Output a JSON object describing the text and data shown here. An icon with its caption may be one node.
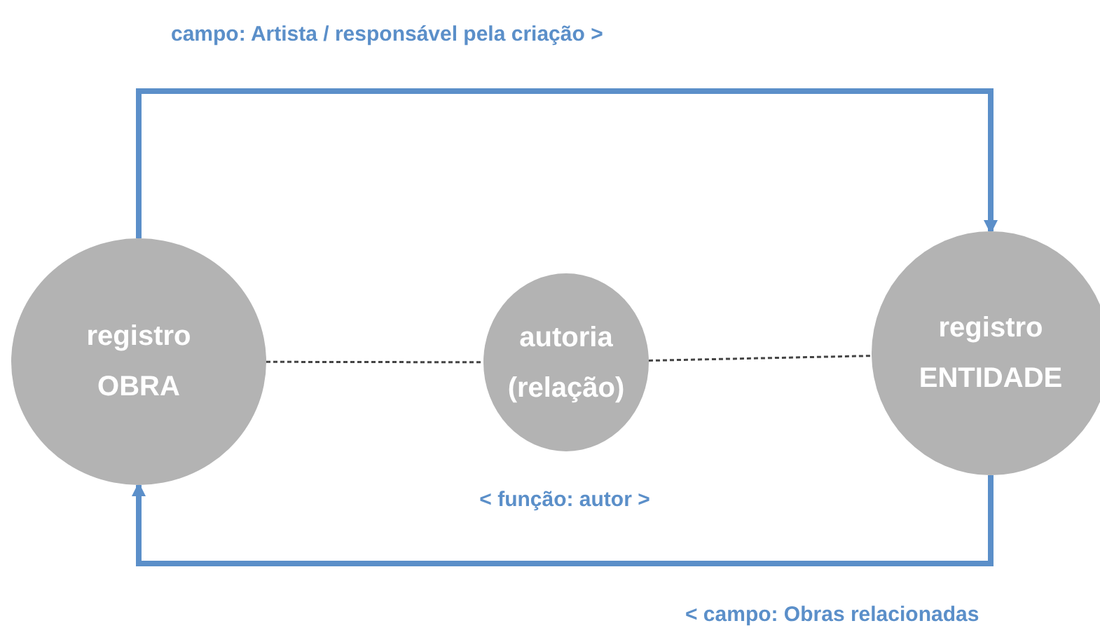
{
  "diagram": {
    "nodes": [
      {
        "text": [
          "registro OBRA"
        ]
      },
      {
        "text": [
          "autoria (relação)"
        ],
        "beside": [
          "< função: autor >"
        ]
      },
      {
        "text": [
          "registro ENTIDADE"
        ]
      }
    ],
    "edges": [
      {
        "from": 0,
        "to": 2,
        "arrow": "to",
        "label": "campo: Artista / responsável pela criação >",
        "style": "thick"
      },
      {
        "from": 2,
        "to": 0,
        "arrow": "to",
        "label": "< campo: Obras relacionadas",
        "style": "thick"
      },
      {
        "from": 0,
        "to": 1,
        "arrow": "none",
        "style": "dashed",
        "color": "#444444"
      },
      {
        "from": 1,
        "to": 2,
        "arrow": "none",
        "style": "dashed",
        "color": "#444444"
      }
    ]
  }
}
